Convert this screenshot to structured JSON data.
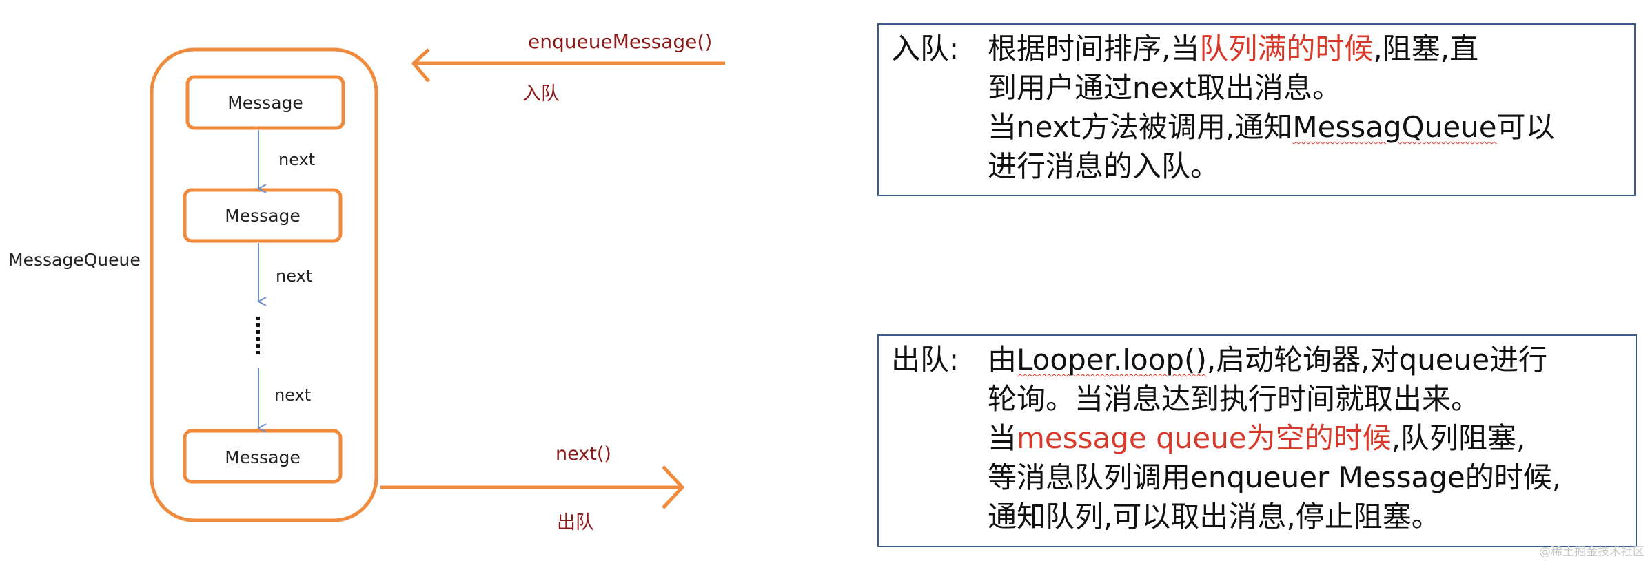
{
  "diagram": {
    "queue_label": "MessageQueue",
    "message_label": "Message",
    "next_label": "next",
    "enqueue_call": "enqueueMessage()",
    "enqueue_caption": "入队",
    "dequeue_call": "next()",
    "dequeue_caption": "出队"
  },
  "notes": {
    "enqueue": {
      "head": "入队:",
      "line1_a": "根据时间排序,当",
      "line1_red": "队列满的时候",
      "line1_b": ",阻塞,直",
      "line2": "到用户通过next取出消息。",
      "line3_a": "当next方法被调用,通知",
      "line3_squig": "MessagQueue",
      "line3_b": "可以",
      "line4": "进行消息的入队。"
    },
    "dequeue": {
      "head": "出队:",
      "line1_a": "由",
      "line1_squig": "Looper.loop()",
      "line1_b": ",启动轮询器,对queue进行",
      "line2": "轮询。当消息达到执行时间就取出来。",
      "line3_a": "当",
      "line3_red": "message queue为空的时候",
      "line3_b": ",队列阻塞,",
      "line4": "等消息队列调用enqueuer Message的时候,",
      "line5": "通知队列,可以取出消息,停止阻塞。"
    }
  },
  "watermark": "@稀土掘金技术社区",
  "colors": {
    "orange": "#f08a3c",
    "blue_arrow": "#6b8fc7",
    "dark_red": "#8b1a1a",
    "highlight_red": "#d73a2a",
    "box_border": "#3d5a8c"
  }
}
